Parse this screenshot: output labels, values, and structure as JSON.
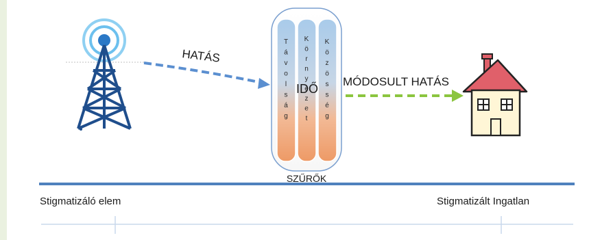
{
  "labels": {
    "effect": "HATÁS",
    "modified_effect": "MÓDOSULT HATÁS",
    "time": "IDŐ",
    "filters": "SZŰRŐK"
  },
  "filter_columns": [
    {
      "name": "Távolság",
      "letters": [
        "T",
        "á",
        "v",
        "o",
        "l",
        "s",
        "á",
        "g"
      ]
    },
    {
      "name": "Környezet",
      "letters": [
        "K",
        "ö",
        "r",
        "n",
        "y",
        "e",
        "z",
        "e",
        "t"
      ]
    },
    {
      "name": "Közösség",
      "letters": [
        "K",
        "ö",
        "z",
        "ö",
        "s",
        "s",
        "é",
        "g"
      ]
    }
  ],
  "axis": {
    "left_label": "Stigmatizáló elem",
    "right_label": "Stigmatizált Ingatlan"
  },
  "icons": {
    "source": "radio-tower-icon",
    "target": "house-icon"
  },
  "colors": {
    "tower": "#1f4e8c",
    "effect_arrow": "#5b8fd0",
    "modified_arrow": "#8bc53f",
    "axis_line": "#4f81bd",
    "filter_top": "#9dc3e6",
    "filter_bottom": "#f4b183",
    "house_roof": "#e0606a",
    "house_wall": "#fff6d6"
  }
}
